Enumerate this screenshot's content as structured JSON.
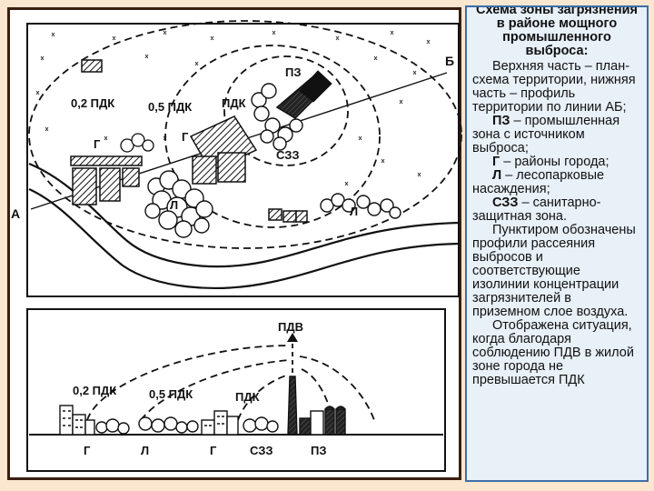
{
  "plan": {
    "label_A": "А",
    "label_B": "Б",
    "label_pz": "ПЗ",
    "label_szz": "СЗЗ",
    "label_pdk": "ПДК",
    "label_05pdk": "0,5 ПДК",
    "label_02pdk": "0,2 ПДК",
    "label_g_left": "Г",
    "label_g_mid": "Г",
    "label_l_left": "Л",
    "label_l_right": "Л"
  },
  "profile": {
    "label_pdv": "ПДВ",
    "label_02pdk": "0,2 ПДК",
    "label_05pdk": "0,5 ПДК",
    "label_pdk": "ПДК",
    "ground_labels": [
      "Г",
      "Л",
      "Г",
      "СЗЗ",
      "ПЗ"
    ]
  },
  "caption": {
    "title": "Схема зоны загрязнения в районе мощного промышленного выброса:",
    "intro": "Верхняя часть – план-схема территории, нижняя часть – профиль территории по линии АБ;",
    "legend": [
      {
        "term": "ПЗ",
        "text": " – промышленная зона с источником выброса;"
      },
      {
        "term": "Г",
        "text": " – районы города;"
      },
      {
        "term": "Л",
        "text": " – лесопарковые насаждения;"
      },
      {
        "term": "СЗЗ",
        "text": " – санитарно-защитная зона."
      }
    ],
    "note1": "Пунктиром обозначены профили рассеяния выбросов и соответствующие изолинии концентрации загрязнителей в приземном слое воздуха.",
    "note2": "Отображена ситуация, когда благодаря соблюдению ПДВ в жилой зоне города не превышается ПДК"
  },
  "colors": {
    "background": "#fbe6d0",
    "frame": "#3a1e10",
    "caption_bg": "#e8f0f8",
    "caption_border": "#3d6fa6"
  }
}
